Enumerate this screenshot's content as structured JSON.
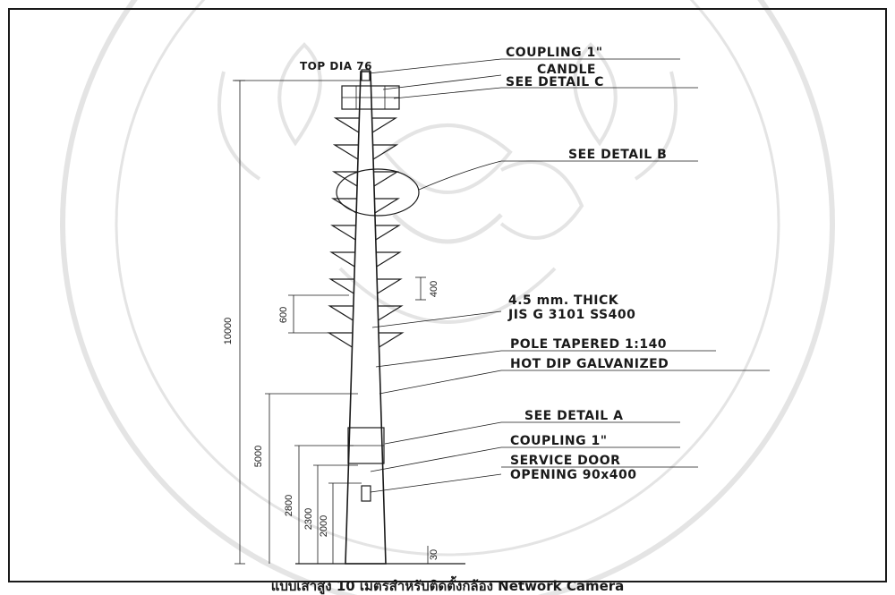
{
  "top_label": "TOP DIA 76",
  "callouts": {
    "coupling_top": "COUPLING 1\"",
    "candle": "CANDLE",
    "see_detail_c": "SEE DETAIL C",
    "see_detail_b": "SEE DETAIL B",
    "thickness": "4.5 mm. THICK",
    "material": "JIS G 3101 SS400",
    "tapered": "POLE TAPERED 1:140",
    "galvanized": "HOT DIP GALVANIZED",
    "see_detail_a": "SEE DETAIL A",
    "coupling_bottom": "COUPLING 1\"",
    "service_door": "SERVICE DOOR",
    "door_opening": "OPENING 90x400"
  },
  "dimensions": {
    "total_height": "10000",
    "section_5000": "5000",
    "section_2800": "2800",
    "section_2300": "2300",
    "section_2000": "2000",
    "spacing_600": "600",
    "spacing_400": "400",
    "base_30": "30"
  },
  "caption": "แบบเสาสูง 10 เมตรสำหรับติดตั้งกล้อง Network Camera",
  "colors": {
    "ink": "#1a1a1a",
    "watermark": "#cfcfcf"
  }
}
